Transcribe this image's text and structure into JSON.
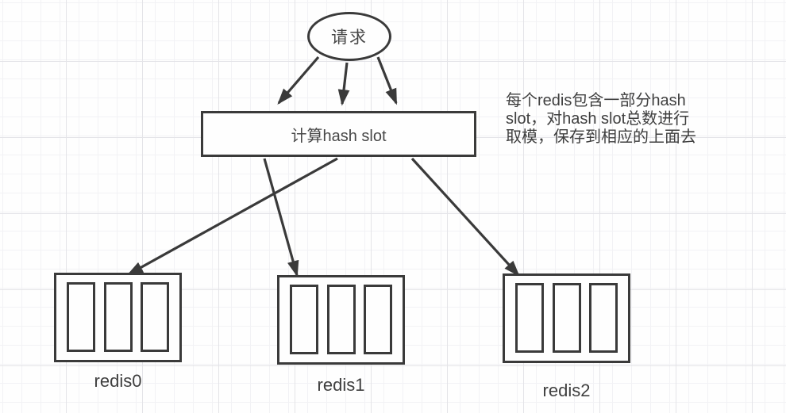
{
  "diagram": {
    "title_hint": "redis hash slot routing diagram",
    "request_label": "请求",
    "hash_box_label": "计算hash slot",
    "note": {
      "lines": [
        "每个redis包含一部分hash",
        "slot，对hash slot总数进行",
        "取模，保存到相应的上面去"
      ]
    },
    "redis_nodes": [
      {
        "label": "redis0",
        "slot_count": 3
      },
      {
        "label": "redis1",
        "slot_count": 3
      },
      {
        "label": "redis2",
        "slot_count": 3
      }
    ],
    "colors": {
      "stroke": "#3a3a3a",
      "text": "#3f3f3f",
      "background": "#fefefe",
      "grid_minor": "#f2f2f5",
      "grid_major": "#e4e4e8"
    }
  }
}
